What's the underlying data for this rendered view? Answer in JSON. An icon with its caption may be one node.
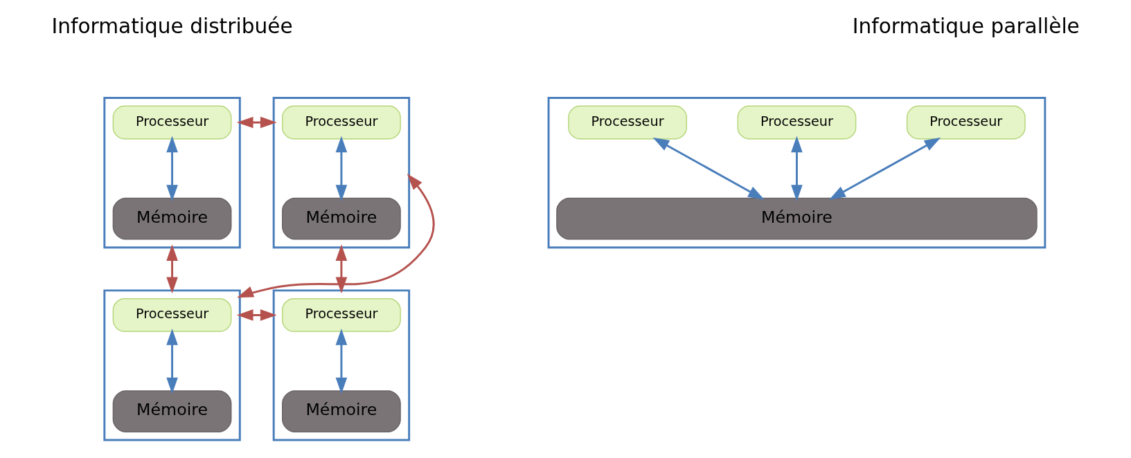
{
  "diagram": {
    "nodes": [
      {
        "text": [],
        "shape": "box"
      },
      {
        "text": [
          "Processeur"
        ],
        "in": 0
      },
      {
        "text": [
          "Mémoire"
        ],
        "in": 0
      },
      {
        "text": [],
        "shape": "box"
      },
      {
        "text": [
          "Processeur"
        ],
        "in": 3
      },
      {
        "text": [
          "Mémoire"
        ],
        "in": 3
      },
      {
        "text": [],
        "shape": "box"
      },
      {
        "text": [
          "Processeur"
        ],
        "in": 6
      },
      {
        "text": [
          "Mémoire"
        ],
        "in": 6
      },
      {
        "text": [],
        "shape": "box"
      },
      {
        "text": [
          "Processeur"
        ],
        "in": 9
      },
      {
        "text": [
          "Mémoire"
        ],
        "in": 9
      },
      {
        "text": [],
        "shape": "box"
      },
      {
        "text": [
          "Processeur"
        ],
        "in": 12
      },
      {
        "text": [
          "Processeur"
        ],
        "in": 12
      },
      {
        "text": [
          "Processeur"
        ],
        "in": 12
      },
      {
        "text": [
          "Mémoire"
        ],
        "in": 12
      }
    ],
    "edges": [
      {
        "from": 1,
        "to": 2,
        "arrow": "both"
      },
      {
        "from": 4,
        "to": 5,
        "arrow": "both"
      },
      {
        "from": 7,
        "to": 8,
        "arrow": "both"
      },
      {
        "from": 10,
        "to": 11,
        "arrow": "both"
      },
      {
        "from": 0,
        "to": 3,
        "arrow": "both",
        "color": "#b5524e"
      },
      {
        "from": 0,
        "to": 6,
        "arrow": "both",
        "color": "#b5524e"
      },
      {
        "from": 6,
        "to": 3,
        "arrow": "both",
        "color": "#b5524e"
      },
      {
        "from": 3,
        "to": 9,
        "arrow": "both",
        "color": "#b5524e"
      },
      {
        "from": 6,
        "to": 9,
        "arrow": "both",
        "color": "#b5524e"
      },
      {
        "from": 13,
        "to": 16,
        "arrow": "both"
      },
      {
        "from": 14,
        "to": 16,
        "arrow": "both"
      },
      {
        "from": 15,
        "to": 16,
        "arrow": "both"
      }
    ],
    "labels": [
      "Informatique distribuée",
      "Informatique parallèle"
    ]
  }
}
